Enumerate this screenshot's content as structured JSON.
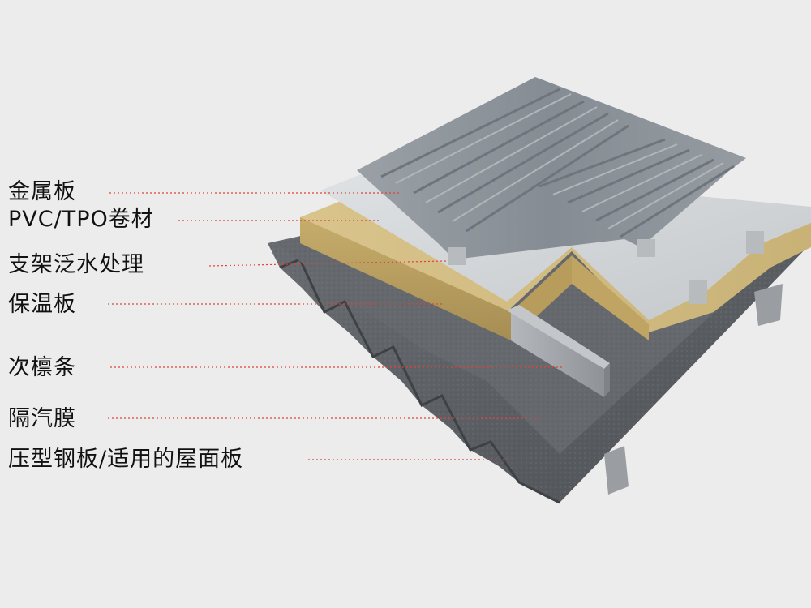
{
  "labels": [
    {
      "text": "金属板"
    },
    {
      "text": "PVC/TPO卷材"
    },
    {
      "text": "支架泛水处理"
    },
    {
      "text": "保温板"
    },
    {
      "text": "次檩条"
    },
    {
      "text": "隔汽膜"
    },
    {
      "text": "压型钢板/适用的屋面板"
    }
  ],
  "colors": {
    "background": "#ececed",
    "leader_line": "#e0433a",
    "metal_panel": "#8d949b",
    "membrane": "#d4d7d9",
    "insulation": "#d8c48c",
    "vapor_barrier": "#6a6d70",
    "purlin": "#a9adb1",
    "deck": "#5e6266"
  }
}
